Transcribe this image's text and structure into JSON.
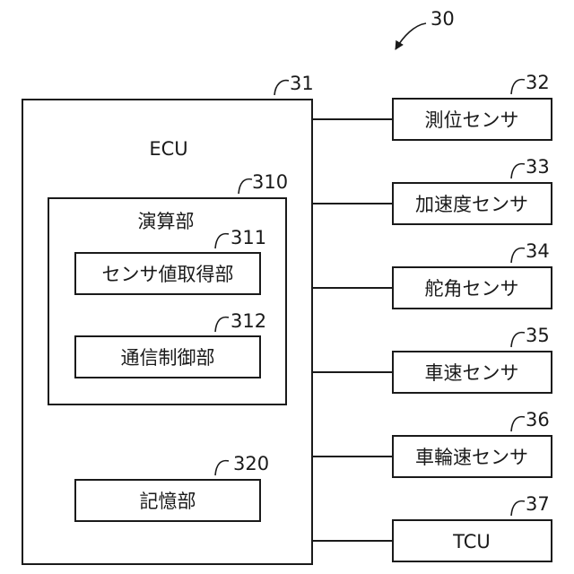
{
  "figure": {
    "ref": "30"
  },
  "ecu": {
    "ref": "31",
    "label": "ECU"
  },
  "compute_unit": {
    "ref": "310",
    "label": "演算部"
  },
  "sensor_value_acquisition": {
    "ref": "311",
    "label": "センサ値取得部"
  },
  "communication_control": {
    "ref": "312",
    "label": "通信制御部"
  },
  "storage_unit": {
    "ref": "320",
    "label": "記憶部"
  },
  "peripherals": [
    {
      "ref": "32",
      "label": "測位センサ"
    },
    {
      "ref": "33",
      "label": "加速度センサ"
    },
    {
      "ref": "34",
      "label": "舵角センサ"
    },
    {
      "ref": "35",
      "label": "車速センサ"
    },
    {
      "ref": "36",
      "label": "車輪速センサ"
    },
    {
      "ref": "37",
      "label": "TCU"
    }
  ]
}
